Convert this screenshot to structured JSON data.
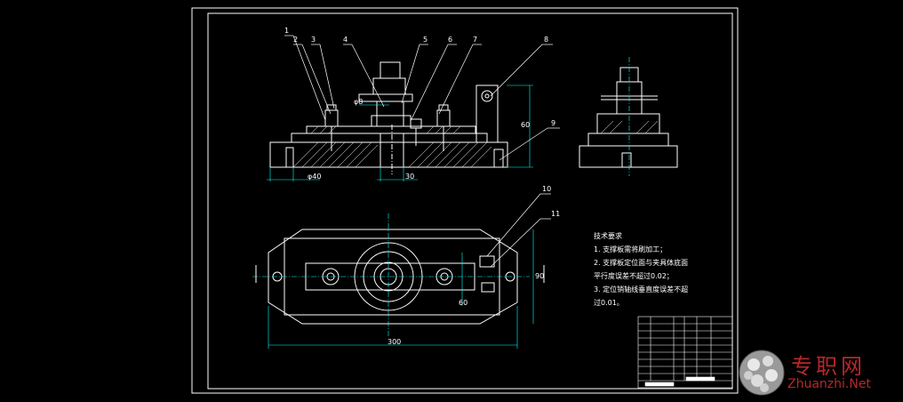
{
  "balloons": [
    "1",
    "2",
    "3",
    "4",
    "5",
    "6",
    "7",
    "8",
    "9",
    "10",
    "11"
  ],
  "dimensions": {
    "overall_length": "300",
    "dia_left": "φ40",
    "dia_mid": "30",
    "height_right": "60",
    "width_right": "90",
    "side_small": "60",
    "phi_small": "φ8"
  },
  "tech_requirements": {
    "title": "技术要求",
    "lines": [
      "1. 支撑板需将刷加工；",
      "2. 支撑板定位面与夹具体底面",
      "平行度误差不超过0.02；",
      "3. 定位销轴线垂直度误差不超",
      "过0.01。"
    ]
  },
  "watermark": {
    "cn": "专职网",
    "en": "Zhuanzhi.Net"
  },
  "colors": {
    "background": "#000000",
    "line": "#ffffff",
    "dim": "#00ffff",
    "green": "#00ff00",
    "watermark": "#b8282a"
  }
}
